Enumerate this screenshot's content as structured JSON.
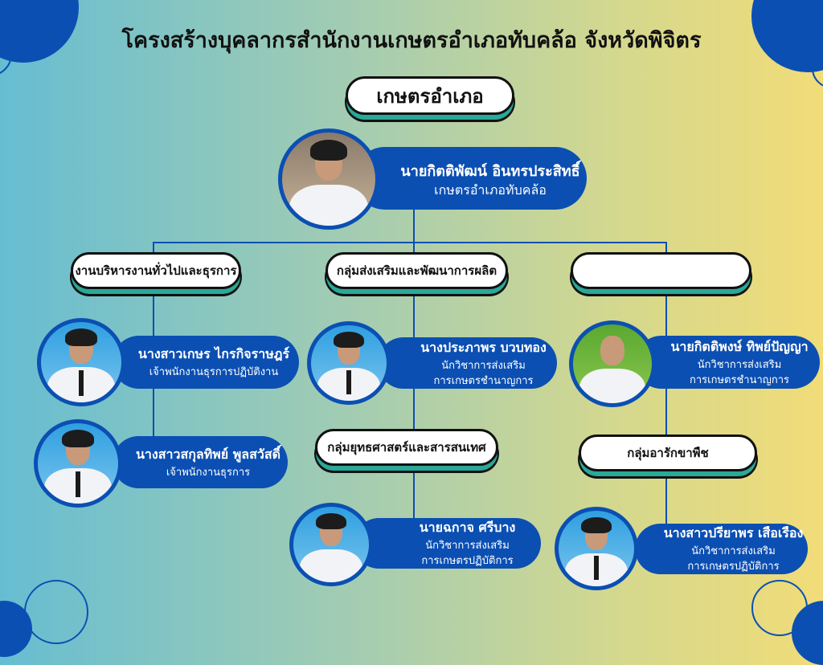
{
  "title": "โครงสร้างบุคลากรสำนักงานเกษตรอำเภอทับคล้อ  จังหวัดพิจิตร",
  "head_unit": "เกษตรอำเภอ",
  "head": {
    "name": "นายกิตติพัฒน์ อินทรประสิทธิ์",
    "position": "เกษตรอำเภอทับคล้อ"
  },
  "groups": [
    {
      "label": "งานบริหารงานทั่วไปและธุรการ"
    },
    {
      "label": "กลุ่มส่งเสริมและพัฒนาการผลิต"
    },
    {
      "label": ""
    },
    {
      "label": "กลุ่มยุทธศาสตร์และสารสนเทศ"
    },
    {
      "label": "กลุ่มอารักขาพืช"
    }
  ],
  "people": [
    {
      "name": "นางสาวเกษร ไกรกิจราษฎร์",
      "pos1": "เจ้าพนักงานธุรการปฏิบัติงาน",
      "pos2": ""
    },
    {
      "name": "นางสาวสกุลทิพย์ พูลสวัสดิ์",
      "pos1": "เจ้าพนักงานธุรการ",
      "pos2": ""
    },
    {
      "name": "นางประภาพร  บวบทอง",
      "pos1": "นักวิชาการส่งเสริม",
      "pos2": "การเกษตรชำนาญการ"
    },
    {
      "name": "นายฉกาจ  ศรีบาง",
      "pos1": "นักวิชาการส่งเสริม",
      "pos2": "การเกษตรปฏิบัติการ"
    },
    {
      "name": "นายกิตติพงษ์ ทิพย์ปัญญา",
      "pos1": "นักวิชาการส่งเสริม",
      "pos2": "การเกษตรชำนาญการ"
    },
    {
      "name": "นางสาวปรียาพร  เสือเรือง",
      "pos1": "นักวิชาการส่งเสริม",
      "pos2": "การเกษตรปฏิบัติการ"
    }
  ]
}
